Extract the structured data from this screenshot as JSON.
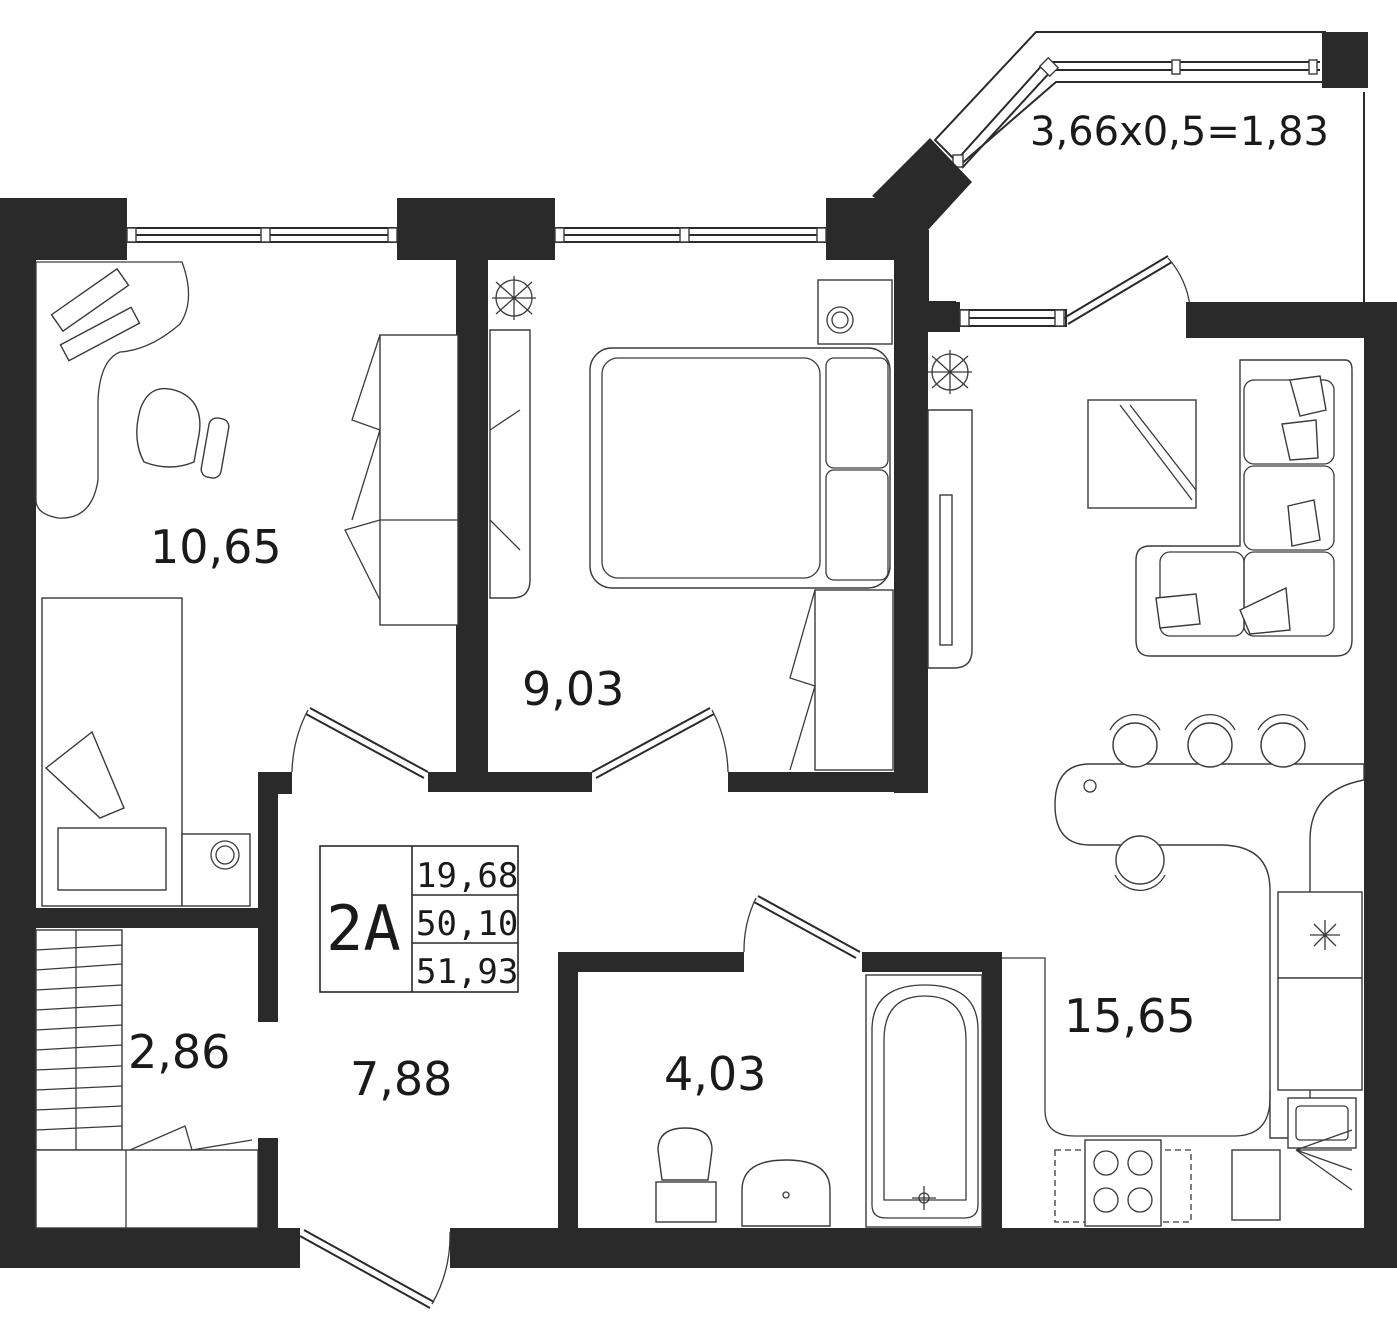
{
  "plan": {
    "apartment_type": "2А",
    "area_living": "19,68",
    "area_total": "50,10",
    "area_total_balcony": "51,93",
    "balcony_formula": "3,66х0,5=1,83"
  },
  "rooms": {
    "bedroom_left": "10,65",
    "bedroom_middle": "9,03",
    "living_kitchen": "15,65",
    "hallway": "7,88",
    "storage": "2,86",
    "bathroom": "4,03"
  },
  "colors": {
    "wall": "#2a2a2a",
    "line": "#3a3a3a",
    "background": "#ffffff"
  }
}
